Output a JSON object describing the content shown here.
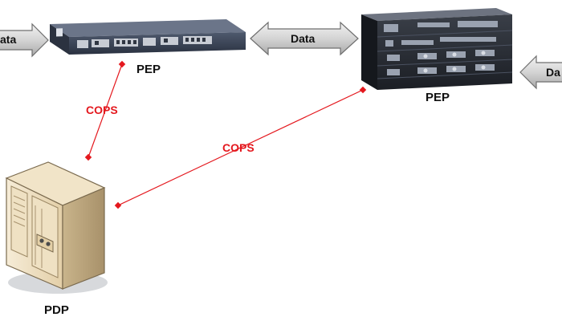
{
  "nodes": {
    "pep_router": {
      "label": "PEP"
    },
    "pep_switch": {
      "label": "PEP"
    },
    "pdp_server": {
      "label": "PDP"
    }
  },
  "data_arrows": {
    "left": "ata",
    "middle": "Data",
    "right": "Da"
  },
  "links": {
    "router_to_pdp": "COPS",
    "switch_to_pdp": "COPS"
  },
  "colors": {
    "cops_line": "#e4181e",
    "arrow_fill": "#d8d8d8",
    "arrow_stroke": "#707070"
  }
}
